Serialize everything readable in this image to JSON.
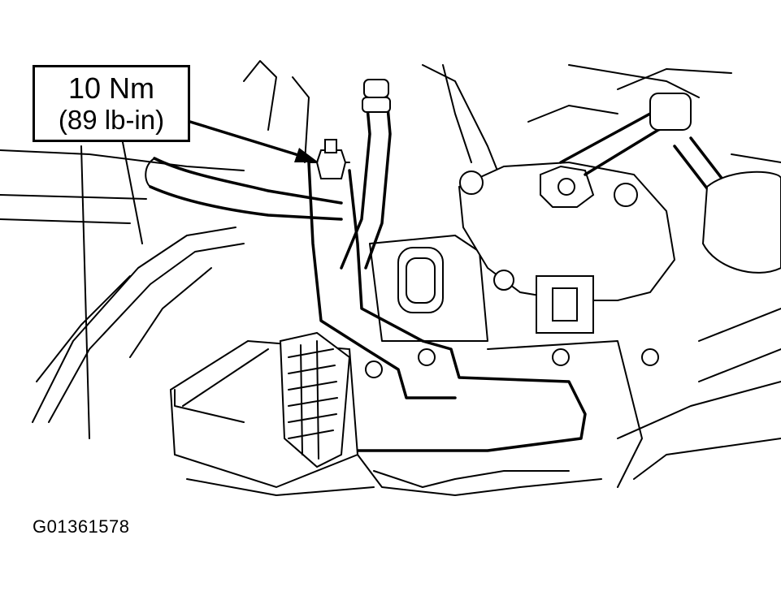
{
  "callout": {
    "torque_nm": "10 Nm",
    "torque_lbin": "(89 lb-in)"
  },
  "figure_id": "G01361578"
}
